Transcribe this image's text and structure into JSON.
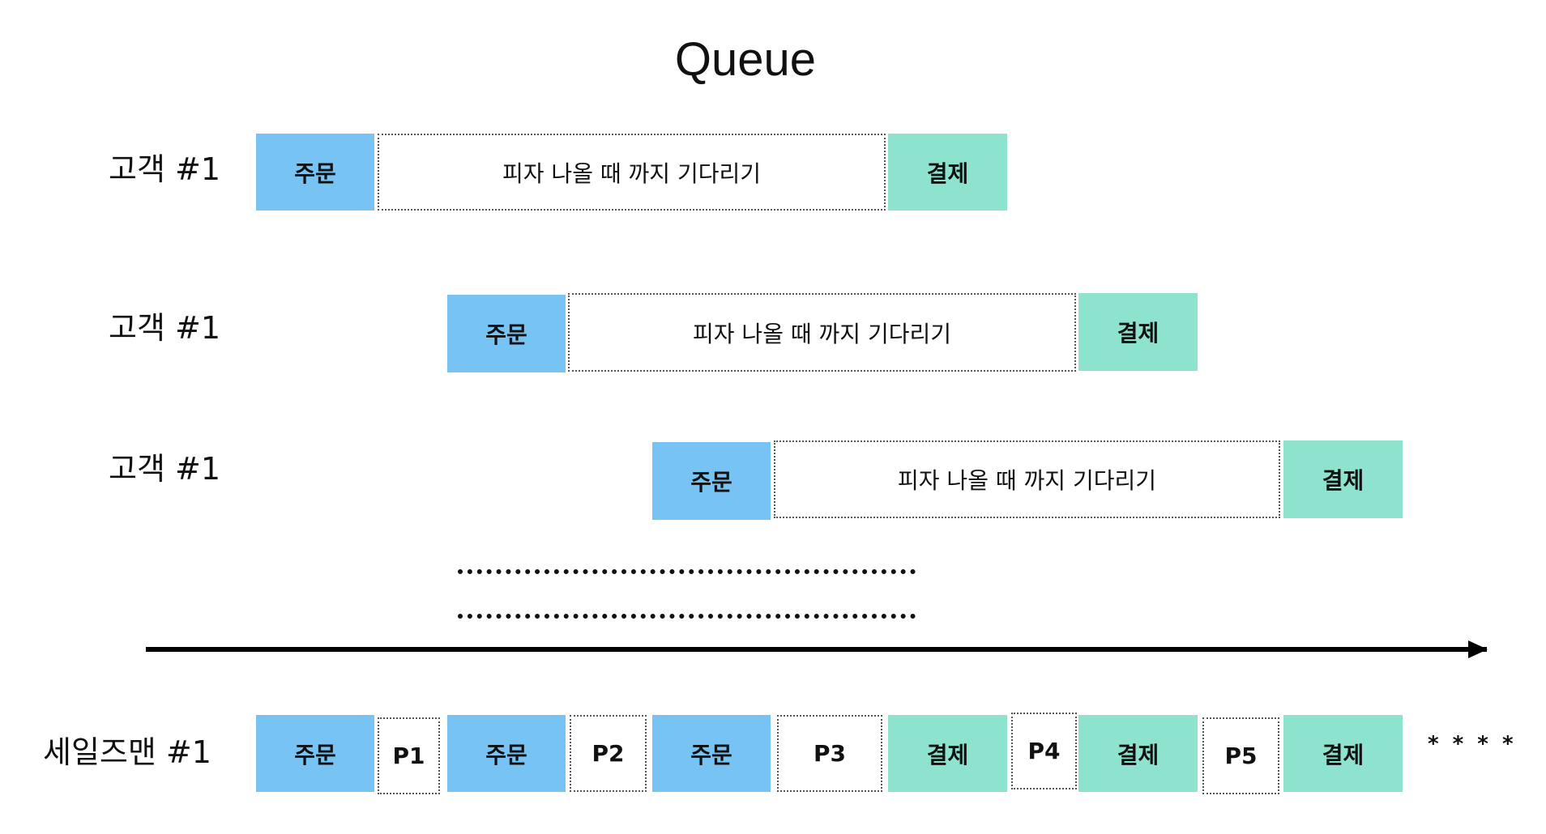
{
  "title": "Queue",
  "customers": [
    {
      "label": "고객 #1",
      "order": "주문",
      "wait": "피자 나올 때 까지 기다리기",
      "pay": "결제"
    },
    {
      "label": "고객 #1",
      "order": "주문",
      "wait": "피자 나올 때 까지 기다리기",
      "pay": "결제"
    },
    {
      "label": "고객 #1",
      "order": "주문",
      "wait": "피자 나올 때 까지 기다리기",
      "pay": "결제"
    }
  ],
  "salesman": {
    "label": "세일즈맨 #1",
    "sequence": [
      "주문",
      "P1",
      "주문",
      "P2",
      "주문",
      "P3",
      "결제",
      "P4",
      "결제",
      "P5",
      "결제"
    ],
    "more": "* * * *"
  },
  "colors": {
    "order": "#77c3f3",
    "pay": "#8ee3cf",
    "wait_border": "#555555"
  }
}
